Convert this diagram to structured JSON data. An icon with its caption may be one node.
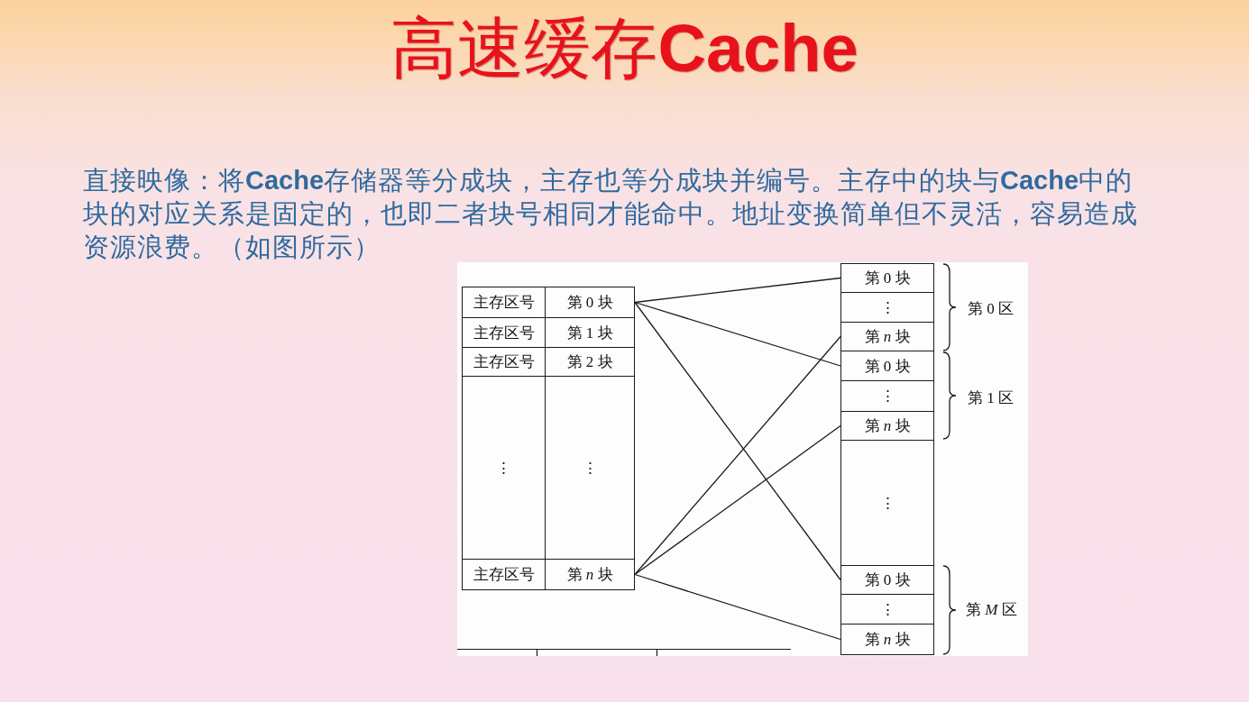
{
  "diagram": {
    "title": "高速缓存**Cache**",
    "nodes": [
      {
        "text": [
          "主存区号"
        ]
      },
      {
        "text": [
          "第 0 块"
        ]
      },
      {
        "text": [
          "主存区号"
        ]
      },
      {
        "text": [
          "第 1 块"
        ]
      },
      {
        "text": [
          "主存区号"
        ]
      },
      {
        "text": [
          "第 2 块"
        ]
      },
      {
        "text": [
          "⋮"
        ]
      },
      {
        "text": [
          "⋮"
        ]
      },
      {
        "text": [
          "主存区号"
        ]
      },
      {
        "text": [
          "第 *n* 块"
        ]
      },
      {
        "text": [
          "第 0 块"
        ]
      },
      {
        "text": [
          "⋮"
        ]
      },
      {
        "text": [
          "第 *n* 块"
        ]
      },
      {
        "text": [
          "第 0 块"
        ]
      },
      {
        "text": [
          "⋮"
        ]
      },
      {
        "text": [
          "第 *n* 块"
        ]
      },
      {
        "text": [
          "⋮"
        ]
      },
      {
        "text": [
          "第 0 块"
        ]
      },
      {
        "text": [
          "⋮"
        ]
      },
      {
        "text": [
          "第 *n* 块"
        ]
      }
    ],
    "edges": [
      {
        "from": 1,
        "to": 10,
        "arrow": "none"
      },
      {
        "from": 1,
        "to": 13,
        "arrow": "none"
      },
      {
        "from": 1,
        "to": 17,
        "arrow": "none"
      },
      {
        "from": 9,
        "to": 12,
        "arrow": "none"
      },
      {
        "from": 9,
        "to": 15,
        "arrow": "none"
      },
      {
        "from": 9,
        "to": 19,
        "arrow": "none"
      }
    ],
    "labels": [
      "直接映像：将**Cache**存储器等分成块，主存也等分成块并编号。主存中的块与**Cache**中的块的对应关系是固定的，也即二者块号相同才能命中。地址变换简单但不灵活，容易造成资源浪费。（如图所示）",
      "第 0 区",
      "第 1 区",
      "第 *M* 区"
    ]
  }
}
